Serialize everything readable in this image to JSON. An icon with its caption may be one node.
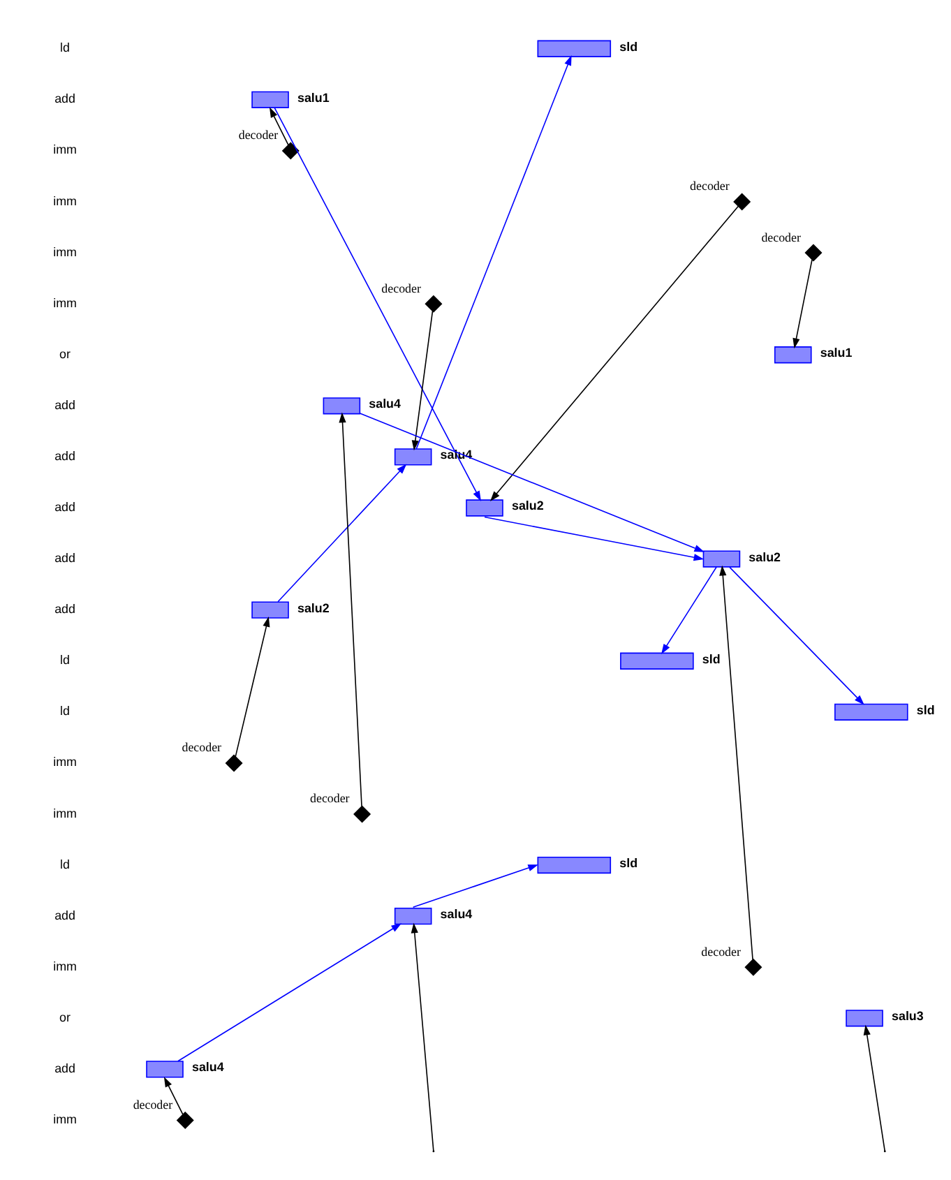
{
  "diagram": {
    "nodes": [
      {
        "text": [],
        "shape": "box",
        "beside": [
          "sld"
        ]
      },
      {
        "text": [],
        "shape": "box",
        "beside": [
          "salu1"
        ]
      },
      {
        "text": [],
        "shape": "diamond",
        "beside": [
          "decoder"
        ]
      },
      {
        "text": [],
        "shape": "diamond",
        "beside": [
          "decoder"
        ]
      },
      {
        "text": [],
        "shape": "diamond",
        "beside": [
          "decoder"
        ]
      },
      {
        "text": [],
        "shape": "diamond",
        "beside": [
          "decoder"
        ]
      },
      {
        "text": [],
        "shape": "box",
        "beside": [
          "salu1"
        ]
      },
      {
        "text": [],
        "shape": "box",
        "beside": [
          "salu4"
        ]
      },
      {
        "text": [],
        "shape": "box",
        "beside": [
          "salu4"
        ]
      },
      {
        "text": [],
        "shape": "box",
        "beside": [
          "salu2"
        ]
      },
      {
        "text": [],
        "shape": "box",
        "beside": [
          "salu2"
        ]
      },
      {
        "text": [],
        "shape": "box",
        "beside": [
          "salu2"
        ]
      },
      {
        "text": [],
        "shape": "box",
        "beside": [
          "sld"
        ]
      },
      {
        "text": [],
        "shape": "box",
        "beside": [
          "sld"
        ]
      },
      {
        "text": [],
        "shape": "diamond",
        "beside": [
          "decoder"
        ]
      },
      {
        "text": [],
        "shape": "diamond",
        "beside": [
          "decoder"
        ]
      },
      {
        "text": [],
        "shape": "box",
        "beside": [
          "sld"
        ]
      },
      {
        "text": [],
        "shape": "box",
        "beside": [
          "salu4"
        ]
      },
      {
        "text": [],
        "shape": "diamond",
        "beside": [
          "decoder"
        ]
      },
      {
        "text": [],
        "shape": "box",
        "beside": [
          "salu3"
        ]
      },
      {
        "text": [],
        "shape": "box",
        "beside": [
          "salu4"
        ]
      },
      {
        "text": [],
        "shape": "diamond",
        "beside": [
          "decoder"
        ]
      }
    ],
    "edges": [
      {
        "from": 2,
        "to": 1,
        "arrow": "to",
        "color": "#000000"
      },
      {
        "from": 1,
        "to": 9,
        "arrow": "to",
        "color": "#0000ff"
      },
      {
        "from": 8,
        "to": 0,
        "arrow": "to",
        "color": "#0000ff"
      },
      {
        "from": 3,
        "to": 9,
        "arrow": "to",
        "color": "#000000"
      },
      {
        "from": 4,
        "to": 6,
        "arrow": "to",
        "color": "#000000"
      },
      {
        "from": 5,
        "to": 8,
        "arrow": "to",
        "color": "#000000"
      },
      {
        "from": 7,
        "to": 10,
        "arrow": "to",
        "color": "#0000ff"
      },
      {
        "from": 9,
        "to": 10,
        "arrow": "to",
        "color": "#0000ff"
      },
      {
        "from": 11,
        "to": 8,
        "arrow": "to",
        "color": "#0000ff"
      },
      {
        "from": 10,
        "to": 12,
        "arrow": "to",
        "color": "#0000ff"
      },
      {
        "from": 10,
        "to": 13,
        "arrow": "to",
        "color": "#0000ff"
      },
      {
        "from": 14,
        "to": 11,
        "arrow": "to",
        "color": "#000000"
      },
      {
        "from": 15,
        "to": 7,
        "arrow": "to",
        "color": "#000000"
      },
      {
        "from": 18,
        "to": 10,
        "arrow": "to",
        "color": "#000000"
      },
      {
        "from": 17,
        "to": 16,
        "arrow": "to",
        "color": "#0000ff"
      },
      {
        "from": 20,
        "to": 17,
        "arrow": "to",
        "color": "#0000ff"
      },
      {
        "from": null,
        "to": 17,
        "arrow": "to",
        "color": "#000000"
      },
      {
        "from": null,
        "to": 19,
        "arrow": "to",
        "color": "#000000"
      },
      {
        "from": 21,
        "to": 20,
        "arrow": "to",
        "color": "#000000"
      }
    ],
    "labels": [
      "ld",
      "add",
      "imm",
      "imm",
      "imm",
      "imm",
      "or",
      "add",
      "add",
      "add",
      "add",
      "add",
      "ld",
      "ld",
      "imm",
      "imm",
      "ld",
      "add",
      "imm",
      "or",
      "add",
      "imm"
    ]
  }
}
